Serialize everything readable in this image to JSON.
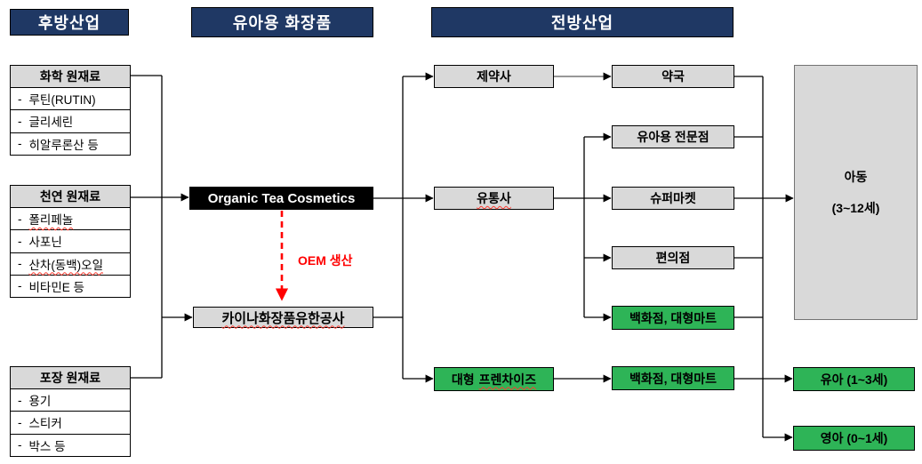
{
  "headers": {
    "backward_industry": "후방산업",
    "product": "유아용 화장품",
    "forward_industry": "전방산업"
  },
  "raw_materials": [
    {
      "title": "화학 원재료",
      "items": [
        "루틴(RUTIN)",
        "글리세린",
        "히알루론산 등"
      ]
    },
    {
      "title": "천연 원재료",
      "items": [
        "폴리페놀",
        "사포닌",
        "산차(동백)오일",
        "비타민E 등"
      ]
    },
    {
      "title": "포장 원재료",
      "items": [
        "용기",
        "스티커",
        "박스 등"
      ]
    }
  ],
  "maker": {
    "brand": "Organic Tea Cosmetics",
    "oem_label": "OEM 생산",
    "oem_company": "카이나화장품유한공사"
  },
  "distribution": {
    "pharma": "제약사",
    "pharmacy": "약국",
    "distributor": "유통사",
    "baby_specialty_store": "유아용 전문점",
    "supermarket": "슈퍼마켓",
    "convenience_store": "편의점",
    "dept_store_mart_1": "백화점, 대형마트",
    "franchise_prefix": "대형",
    "franchise_word": "프렌차이즈",
    "dept_store_mart_2": "백화점, 대형마트"
  },
  "consumers": {
    "child_line1": "아동",
    "child_line2": "(3~12세)",
    "toddler": "유아 (1~3세)",
    "infant": "영아 (0~1세)"
  },
  "colors": {
    "header_navy": "#1f3864",
    "box_gray": "#d9d9d9",
    "box_green": "#2eb457",
    "oem_red": "#ff0000",
    "line_black": "#000000"
  }
}
